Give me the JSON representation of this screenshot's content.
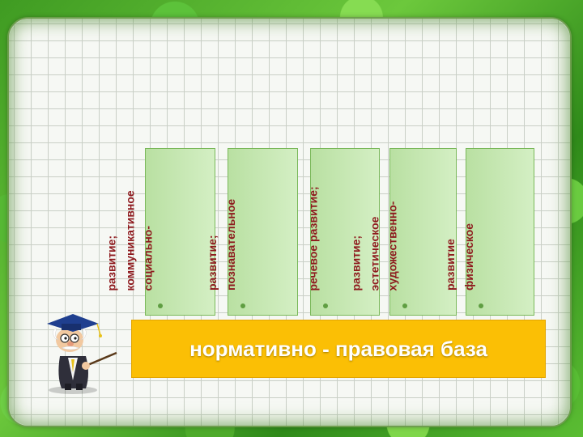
{
  "columns": [
    {
      "lines": [
        "социально-",
        "коммуникативное",
        "развитие;"
      ]
    },
    {
      "lines": [
        "познавательное",
        "развитие;"
      ]
    },
    {
      "lines": [
        "речевое развитие;"
      ]
    },
    {
      "lines": [
        "художественно-",
        "эстетическое",
        "развитие;"
      ]
    },
    {
      "lines": [
        "физическое",
        "развитие"
      ]
    }
  ],
  "base": {
    "label": "нормативно - правовая база"
  },
  "colors": {
    "column_fill": "#c8e8b4",
    "column_text": "#8e1a1e",
    "base_fill": "#fbbf05",
    "frame_green": "#4eb02c"
  },
  "icons": {
    "mascot": "professor-mascot-icon"
  }
}
